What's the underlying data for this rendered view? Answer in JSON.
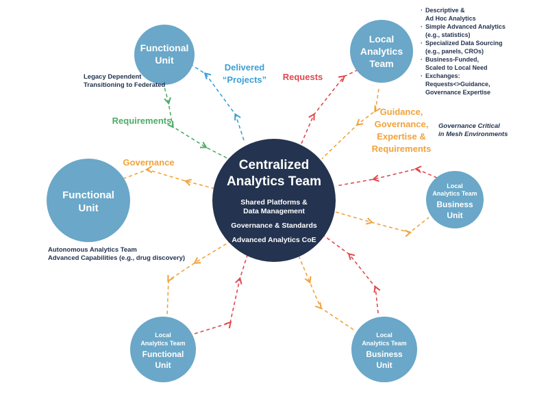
{
  "colors": {
    "center": "#24334f",
    "unit": "#6aa7c8",
    "blue": "#3a9fd6",
    "red": "#e0474c",
    "green": "#4dab67",
    "orange": "#f0a23b",
    "text_dark": "#24334f"
  },
  "center": {
    "title_line1": "Centralized",
    "title_line2": "Analytics Team",
    "item1_line1": "Shared Platforms &",
    "item1_line2": "Data Management",
    "item2": "Governance & Standards",
    "item3": "Advanced Analytics CoE"
  },
  "nodes": {
    "top_left": {
      "line1": "Functional",
      "line2": "Unit"
    },
    "top_right": {
      "line1": "Local",
      "line2": "Analytics",
      "line3": "Team"
    },
    "left": {
      "line1": "Functional",
      "line2": "Unit"
    },
    "right": {
      "small1": "Local",
      "small2": "Analytics Team",
      "line1": "Business",
      "line2": "Unit"
    },
    "bottom_left": {
      "small1": "Local",
      "small2": "Analytics Team",
      "line1": "Functional",
      "line2": "Unit"
    },
    "bottom_right": {
      "small1": "Local",
      "small2": "Analytics Team",
      "line1": "Business",
      "line2": "Unit"
    }
  },
  "labels": {
    "delivered_line1": "Delivered",
    "delivered_line2": "“Projects”",
    "requests": "Requests",
    "requirements": "Requirements",
    "governance": "Governance",
    "guidance_line1": "Guidance,",
    "guidance_line2": "Governance,",
    "guidance_line3": "Expertise &",
    "guidance_line4": "Requirements"
  },
  "annotations": {
    "legacy_line1": "Legacy Dependent",
    "legacy_line2": "Transitioning to Federated",
    "governance_critical_line1": "Governance Critical",
    "governance_critical_line2": "in Mesh Environments",
    "autonomous_line1": "Autonomous Analytics Team",
    "autonomous_line2": "Advanced Capabilities (e.g., drug discovery)",
    "local_team_list": [
      {
        "line1": "Descriptive &",
        "line2": "Ad Hoc Analytics"
      },
      {
        "line1": "Simple Advanced Analytics",
        "line2": "(e.g., statistics)"
      },
      {
        "line1": "Specialized Data Sourcing",
        "line2": "(e.g., panels, CROs)"
      },
      {
        "line1": "Business-Funded,",
        "line2": "Scaled to Local Need"
      },
      {
        "line1": "Exchanges:",
        "line2": "Requests<>Guidance,",
        "line3": "Governance Expertise"
      }
    ]
  }
}
